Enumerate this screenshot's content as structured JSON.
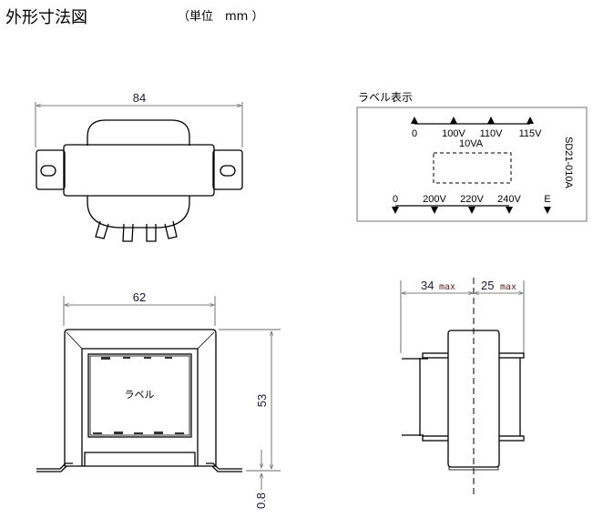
{
  "title": "外形寸法図",
  "unit": "（単位　mm ）",
  "top_view": {
    "width_dim": "84"
  },
  "label_display": {
    "heading": "ラベル表示",
    "primary_taps": [
      "0",
      "100V",
      "110V",
      "115V"
    ],
    "rating": "10VA",
    "secondary_taps": [
      "0",
      "200V",
      "220V",
      "240V",
      "E"
    ],
    "model": "SD21-010A"
  },
  "front_view": {
    "width_dim": "62",
    "height_dim": "53",
    "foot_dim": "0.8",
    "label_text": "ラベル"
  },
  "side_view": {
    "left_dim": "34",
    "right_dim": "25",
    "max_suffix": "max"
  }
}
